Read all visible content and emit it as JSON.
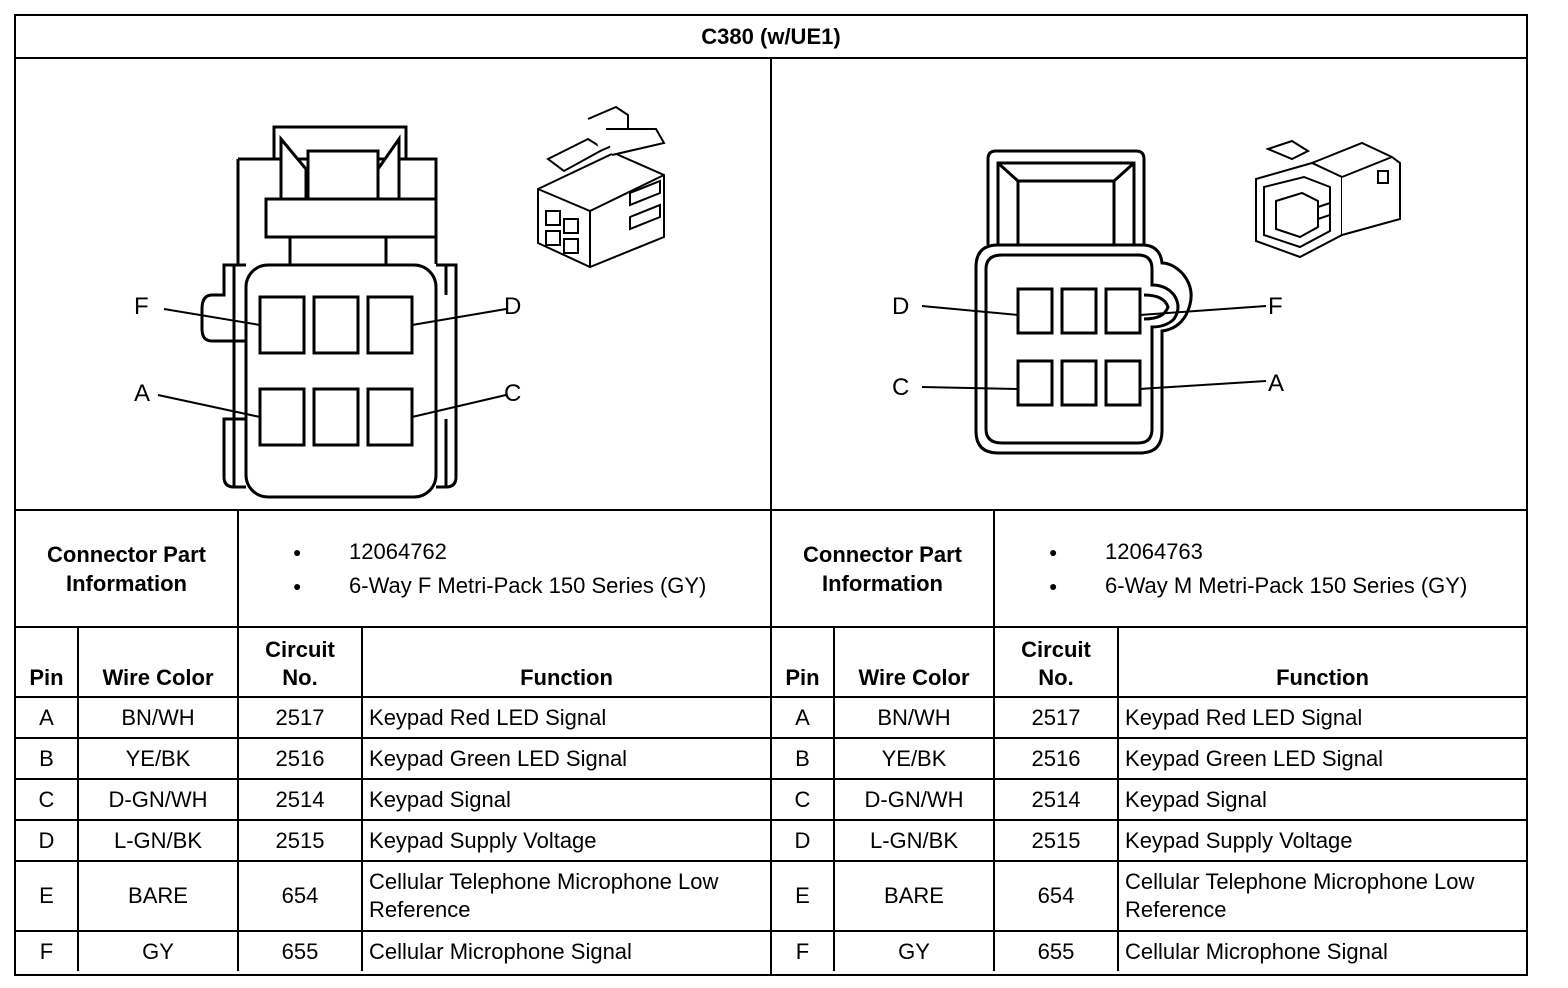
{
  "title": "C380 (w/UE1)",
  "connectors": [
    {
      "side": "left",
      "pin_labels": {
        "F": "F",
        "D": "D",
        "A": "A",
        "C": "C"
      },
      "part_info_label": "Connector Part Information",
      "part_info": [
        "12064762",
        "6-Way F Metri-Pack 150 Series (GY)"
      ],
      "headers": {
        "pin": "Pin",
        "wire_color": "Wire Color",
        "circuit": "Circuit No.",
        "function": "Function"
      },
      "rows": [
        {
          "pin": "A",
          "wire": "BN/WH",
          "circuit": "2517",
          "function": "Keypad Red LED Signal"
        },
        {
          "pin": "B",
          "wire": "YE/BK",
          "circuit": "2516",
          "function": "Keypad Green LED Signal"
        },
        {
          "pin": "C",
          "wire": "D-GN/WH",
          "circuit": "2514",
          "function": "Keypad Signal"
        },
        {
          "pin": "D",
          "wire": "L-GN/BK",
          "circuit": "2515",
          "function": "Keypad Supply Voltage"
        },
        {
          "pin": "E",
          "wire": "BARE",
          "circuit": "654",
          "function": "Cellular Telephone Microphone Low Reference"
        },
        {
          "pin": "F",
          "wire": "GY",
          "circuit": "655",
          "function": "Cellular Microphone Signal"
        }
      ]
    },
    {
      "side": "right",
      "pin_labels": {
        "F": "F",
        "D": "D",
        "A": "A",
        "C": "C"
      },
      "part_info_label": "Connector Part Information",
      "part_info": [
        "12064763",
        "6-Way M Metri-Pack 150 Series (GY)"
      ],
      "headers": {
        "pin": "Pin",
        "wire_color": "Wire Color",
        "circuit": "Circuit No.",
        "function": "Function"
      },
      "rows": [
        {
          "pin": "A",
          "wire": "BN/WH",
          "circuit": "2517",
          "function": "Keypad Red LED Signal"
        },
        {
          "pin": "B",
          "wire": "YE/BK",
          "circuit": "2516",
          "function": "Keypad Green LED Signal"
        },
        {
          "pin": "C",
          "wire": "D-GN/WH",
          "circuit": "2514",
          "function": "Keypad Signal"
        },
        {
          "pin": "D",
          "wire": "L-GN/BK",
          "circuit": "2515",
          "function": "Keypad Supply Voltage"
        },
        {
          "pin": "E",
          "wire": "BARE",
          "circuit": "654",
          "function": "Cellular Telephone Microphone Low Reference"
        },
        {
          "pin": "F",
          "wire": "GY",
          "circuit": "655",
          "function": "Cellular Microphone Signal"
        }
      ]
    }
  ]
}
